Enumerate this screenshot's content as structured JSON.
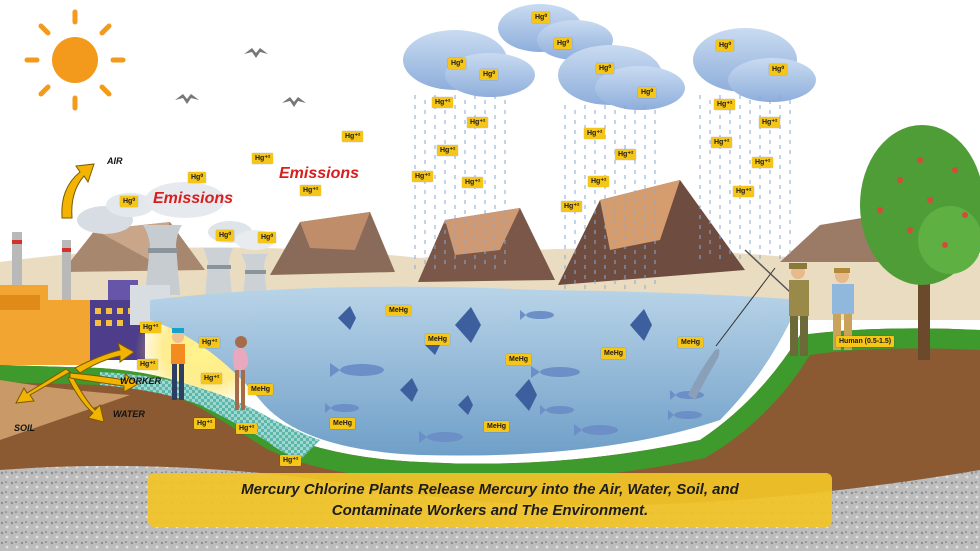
{
  "labels": {
    "air": "AIR",
    "worker": "WORKER",
    "water": "WATER",
    "soil": "SOIL",
    "emissions": "Emissions",
    "human": "Human (0.5-1.5)"
  },
  "caption": {
    "line1": "Mercury Chlorine Plants Release Mercury into the Air, Water, Soil, and",
    "line2": "Contaminate Workers and The Environment."
  },
  "species": {
    "hg0": "Hg⁰",
    "hg2": "Hg⁺²",
    "mehg": "MeHg"
  },
  "colors": {
    "sky": "#ffffff",
    "cloud": "#a9c4e6",
    "rain": "#8aa8d0",
    "water": "#9fc1dc",
    "grass": "#3e9a2c",
    "soil": "#8b5a32",
    "tag": "#f5c518",
    "emissions_text": "#d81e1e",
    "caption_bg": "#f1c428",
    "sun": "#f39a1c"
  }
}
